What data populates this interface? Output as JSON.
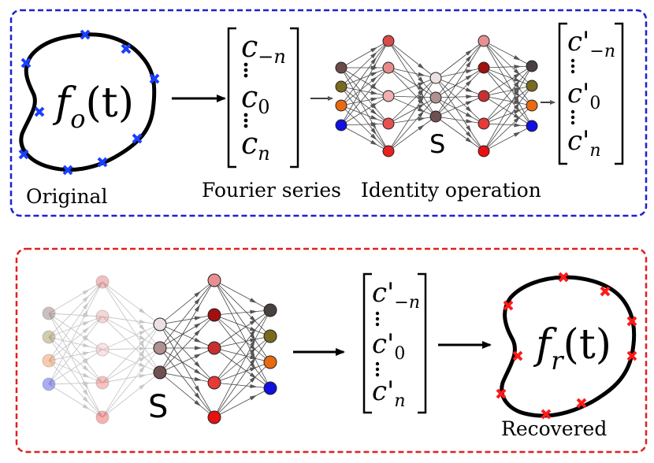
{
  "colors": {
    "top_border": "#1f1fd0",
    "bottom_border": "#e02020",
    "sample_top": "#1a3fff",
    "sample_bottom": "#ff1a1a",
    "curve": "#000000"
  },
  "top_panel": {
    "function_symbol": "f",
    "function_sub": "o",
    "function_arg": "(t)",
    "caption_original": "Original",
    "caption_fourier": "Fourier series",
    "caption_identity": "Identity operation",
    "network_label": "S",
    "coeffs_in": {
      "first": "c",
      "first_sub": "−n",
      "mid": "c",
      "mid_sub": "0",
      "last": "c",
      "last_sub": "n"
    },
    "coeffs_out": {
      "first": "c'",
      "first_sub": "−n",
      "mid": "c'",
      "mid_sub": "0",
      "last": "c'",
      "last_sub": "n"
    }
  },
  "bottom_panel": {
    "network_label": "S",
    "coeffs": {
      "first": "c'",
      "first_sub": "−n",
      "mid": "c'",
      "mid_sub": "0",
      "last": "c'",
      "last_sub": "n"
    },
    "function_symbol": "f",
    "function_sub": "r",
    "function_arg": "(t)",
    "caption_recovered": "Recovered"
  },
  "network_node_colors": {
    "input": [
      "#6b4b47",
      "#7a6a1e",
      "#e86a10",
      "#1010e0"
    ],
    "hidden1": [
      "#d84a4a",
      "#e88a8a",
      "#f0b0b0",
      "#e85050",
      "#e82020"
    ],
    "bottleneck": [
      "#ede0e0",
      "#b09090",
      "#705050"
    ],
    "hidden2": [
      "#e89090",
      "#a01010",
      "#c83030",
      "#e83838",
      "#e81010"
    ],
    "output": [
      "#4a4040",
      "#7a6a1e",
      "#e86a10",
      "#1010e0"
    ]
  }
}
